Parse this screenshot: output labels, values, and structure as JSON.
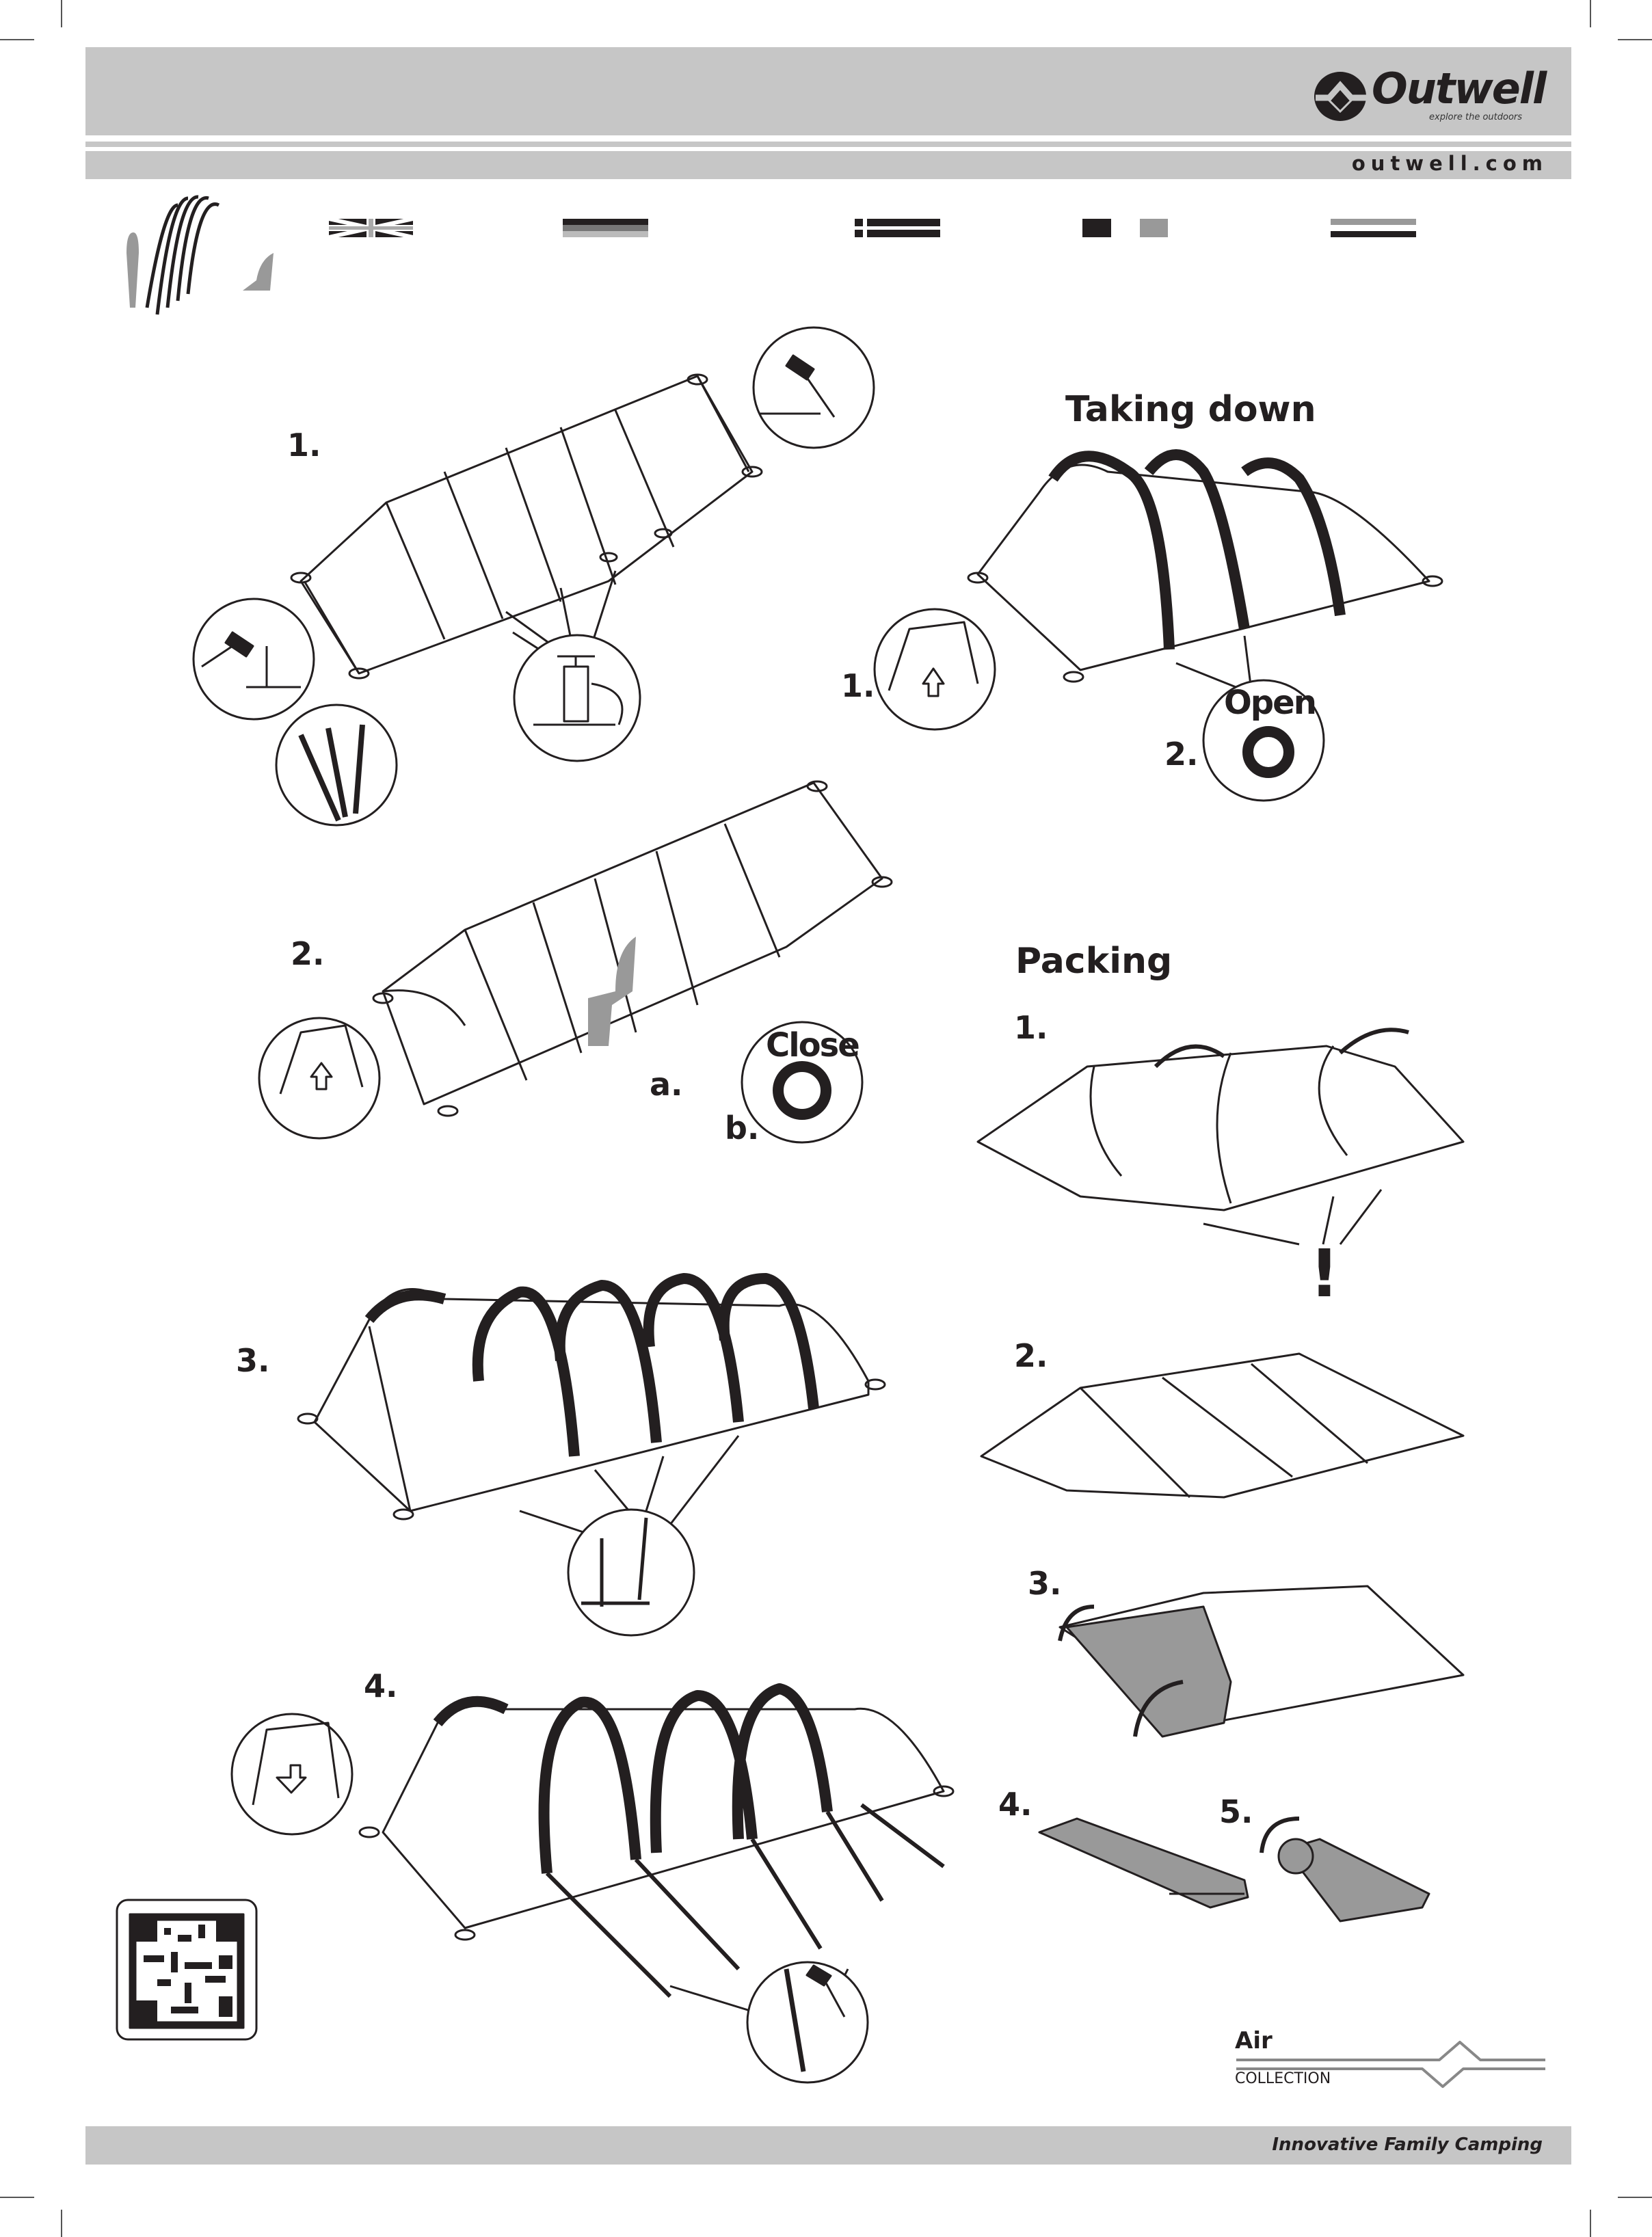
{
  "header": {
    "brand": "Outwell",
    "tagline": "explore the outdoors",
    "website": "outwell.com"
  },
  "languages": [
    {
      "icon": "flag-uk-icon"
    },
    {
      "icon": "flag-de-icon"
    },
    {
      "icon": "flag-no-icon"
    },
    {
      "icon": "flag-fr-icon"
    },
    {
      "icon": "flag-nl-icon"
    }
  ],
  "pitching": {
    "step1": "1.",
    "step2": "2.",
    "step2a": "a.",
    "step2b": "b.",
    "close": "Close",
    "step3": "3.",
    "step4": "4."
  },
  "taking_down": {
    "title": "Taking down",
    "step1": "1.",
    "step2": "2.",
    "open": "Open"
  },
  "packing": {
    "title": "Packing",
    "step1": "1.",
    "warning": "!",
    "step2": "2.",
    "step3": "3.",
    "step4": "4.",
    "step5": "5."
  },
  "collection": {
    "name": "Air",
    "label": "COLLECTION"
  },
  "footer": {
    "slogan": "Innovative Family Camping"
  }
}
